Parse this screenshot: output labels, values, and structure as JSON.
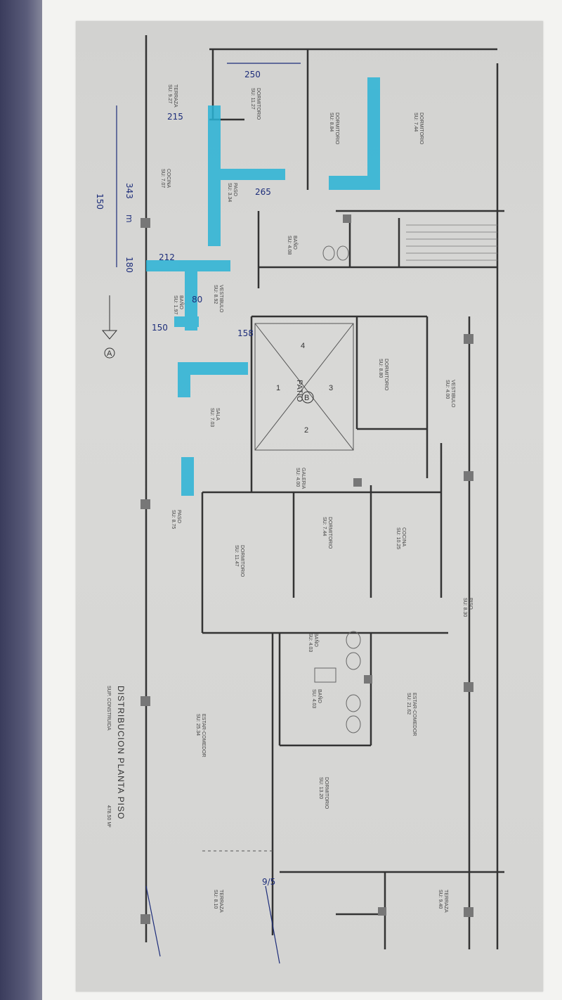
{
  "title": "DISTRIBUCION PLANTA PISO",
  "subtitle_label": "SUP. CONSTRUIDA",
  "subtitle_value": "478.50 M²",
  "patio": {
    "name": "PATIO",
    "mark": "B",
    "steps": [
      "1",
      "2",
      "3",
      "4"
    ]
  },
  "section_marker": "A",
  "rooms": [
    {
      "name": "TERRAZA",
      "area": "SU: 9.27"
    },
    {
      "name": "DORMITORIO",
      "area": "SU: 11.27"
    },
    {
      "name": "COCINA",
      "area": "SU: 7.07"
    },
    {
      "name": "PASO",
      "area": "SU: 3.34"
    },
    {
      "name": "DORMITORIO",
      "area": "SU: 8.84"
    },
    {
      "name": "DORMITORIO",
      "area": "SU: 7.44"
    },
    {
      "name": "BAÑO",
      "area": "SU: 4.08"
    },
    {
      "name": "VESTIBULO",
      "area": "SU: 8.92"
    },
    {
      "name": "BAÑO",
      "area": "SU: 1.97"
    },
    {
      "name": "SALA",
      "area": "SU: 7.03"
    },
    {
      "name": "DORMITORIO",
      "area": "SU: 8.80"
    },
    {
      "name": "VESTIBULO",
      "area": "SU: 4.00"
    },
    {
      "name": "GALERIA",
      "area": "SU: 4.00"
    },
    {
      "name": "PASO",
      "area": "SU: 8.75"
    },
    {
      "name": "DORMITORIO",
      "area": "SU: 11.47"
    },
    {
      "name": "DORMITORIO",
      "area": "SU: 7.44"
    },
    {
      "name": "COCINA",
      "area": "SU: 10.25"
    },
    {
      "name": "PISO",
      "area": "SU: 8.30"
    },
    {
      "name": "BAÑO",
      "area": "SU: 4.03"
    },
    {
      "name": "BAÑO",
      "area": "SU: 4.03"
    },
    {
      "name": "ESTAR-COMEDOR",
      "area": "SU: 25.34"
    },
    {
      "name": "ESTAR-COMEDOR",
      "area": "SU: 21.62"
    },
    {
      "name": "DORMITORIO",
      "area": "SU: 13.20"
    },
    {
      "name": "TERRAZA",
      "area": "SU: 8.10"
    },
    {
      "name": "TERRAZA",
      "area": "SU: 9.40"
    }
  ],
  "handwritten": [
    "250",
    "215",
    "265",
    "150",
    "343",
    "180",
    "150",
    "212",
    "80",
    "158",
    "9/5",
    "m"
  ]
}
